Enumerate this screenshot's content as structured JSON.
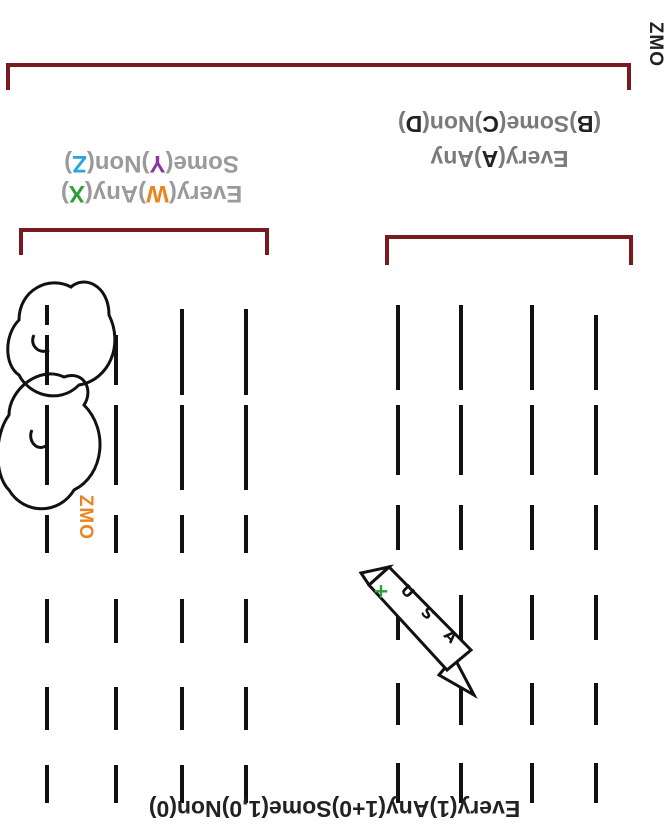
{
  "labels": {
    "top": {
      "parts": [
        {
          "text": "Every(",
          "color": "dark"
        },
        {
          "text": "1",
          "color": "dark"
        },
        {
          "text": ")Any(",
          "color": "dark"
        },
        {
          "text": "1+0",
          "color": "dark"
        },
        {
          "text": ")Some(",
          "color": "dark"
        },
        {
          "text": "1,0",
          "color": "dark"
        },
        {
          "text": ")Non(",
          "color": "dark"
        },
        {
          "text": "0",
          "color": "dark"
        },
        {
          "text": ")",
          "color": "dark"
        }
      ]
    },
    "right_line1": {
      "parts": [
        {
          "text": "Every(",
          "color": "lgray"
        },
        {
          "text": "W",
          "color": "orange"
        },
        {
          "text": ")Any(",
          "color": "lgray"
        },
        {
          "text": "X",
          "color": "green"
        },
        {
          "text": ")",
          "color": "lgray"
        }
      ]
    },
    "right_line2": {
      "parts": [
        {
          "text": "Some(",
          "color": "lgray"
        },
        {
          "text": "Y",
          "color": "purple"
        },
        {
          "text": ")Non(",
          "color": "lgray"
        },
        {
          "text": "Z",
          "color": "cyan"
        },
        {
          "text": ")",
          "color": "lgray"
        }
      ]
    },
    "left_line1": {
      "parts": [
        {
          "text": "Every(",
          "color": "gray"
        },
        {
          "text": "A",
          "color": "dark"
        },
        {
          "text": ")Any",
          "color": "gray"
        }
      ]
    },
    "left_line2": {
      "parts": [
        {
          "text": "(",
          "color": "gray"
        },
        {
          "text": "B",
          "color": "dark"
        },
        {
          "text": ")Some(",
          "color": "gray"
        },
        {
          "text": "C",
          "color": "dark"
        },
        {
          "text": ")Non(",
          "color": "gray"
        },
        {
          "text": "D",
          "color": "dark"
        },
        {
          "text": ")",
          "color": "gray"
        }
      ]
    }
  },
  "zmo_left": "ZMO",
  "zmo_right": "ZMO",
  "rocket": {
    "letters": [
      "U",
      "S",
      "A"
    ],
    "plus": "+"
  },
  "colors": {
    "dark": "#222222",
    "gray": "#7a7a7a",
    "lgray": "#9a9a9a",
    "orange": "#e8851e",
    "green": "#2e9e36",
    "purple": "#8a35a3",
    "cyan": "#2ba3df",
    "bracket": "#7a1a1e",
    "ink": "#111111"
  }
}
